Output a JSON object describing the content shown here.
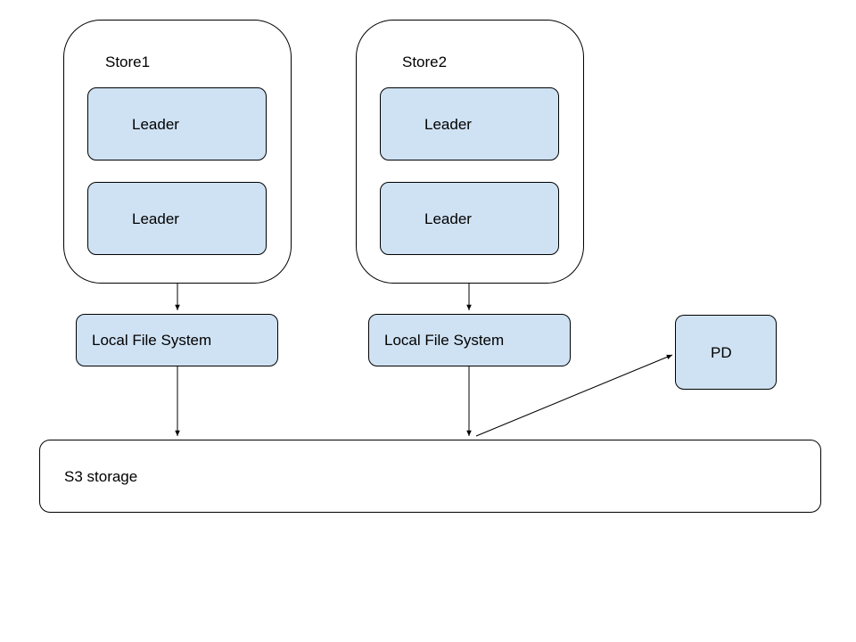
{
  "stores": [
    {
      "title": "Store1",
      "leaders": [
        "Leader",
        "Leader"
      ],
      "fs_label": "Local File System"
    },
    {
      "title": "Store2",
      "leaders": [
        "Leader",
        "Leader"
      ],
      "fs_label": "Local File System"
    }
  ],
  "pd": {
    "label": "PD"
  },
  "s3": {
    "label": "S3 storage"
  },
  "colors": {
    "node_fill": "#cfe2f3",
    "container_fill": "#ffffff",
    "stroke": "#000000"
  }
}
